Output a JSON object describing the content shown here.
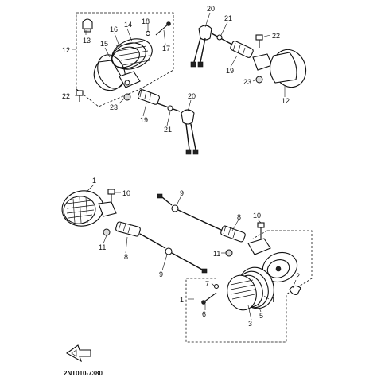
{
  "diagram": {
    "code": "2NT010-7380",
    "labels": {
      "l1a": "1",
      "l1b": "1",
      "l2": "2",
      "l3": "3",
      "l4": "4",
      "l5": "5",
      "l6": "6",
      "l7": "7",
      "l8a": "8",
      "l8b": "8",
      "l9a": "9",
      "l9b": "9",
      "l10a": "10",
      "l10b": "10",
      "l11a": "11",
      "l11b": "11",
      "l12a": "12",
      "l12b": "12",
      "l13": "13",
      "l14": "14",
      "l15": "15",
      "l16": "16",
      "l17": "17",
      "l18": "18",
      "l19a": "19",
      "l19b": "19",
      "l20a": "20",
      "l20b": "20",
      "l21a": "21",
      "l21b": "21",
      "l22a": "22",
      "l22b": "22",
      "l23a": "23",
      "l23b": "23"
    },
    "fwd_icon": "forward-arrow-icon"
  }
}
